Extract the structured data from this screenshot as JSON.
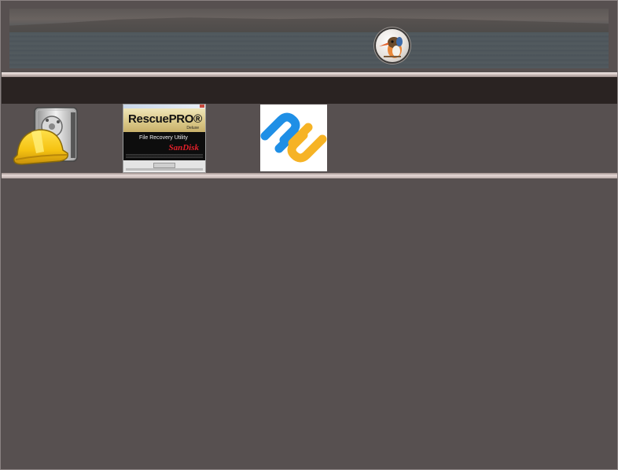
{
  "header": {
    "banner_image": "lake-landscape-banner",
    "logo_icon": "kingfisher-logo-icon"
  },
  "apps": [
    {
      "icon": "recuva-hard-drive-helmet-icon"
    },
    {
      "icon": "rescuepro-deluxe-screenshot",
      "window_title": "RescuePRO Deluxe - Data Recovery Software",
      "brand": "RescuePRO®",
      "edition": "Deluxe",
      "subtitle": "File Recovery Utility",
      "vendor": "SanDisk"
    },
    {
      "icon": "wondershare-logo-icon"
    }
  ],
  "colors": {
    "page_bg": "#575050",
    "nav_bar": "#2a2322",
    "band_light": "#e6d9d6",
    "rescuepro_red": "#e2202a",
    "wondershare_blue": "#1f8fe6",
    "wondershare_yellow": "#f6b325"
  }
}
